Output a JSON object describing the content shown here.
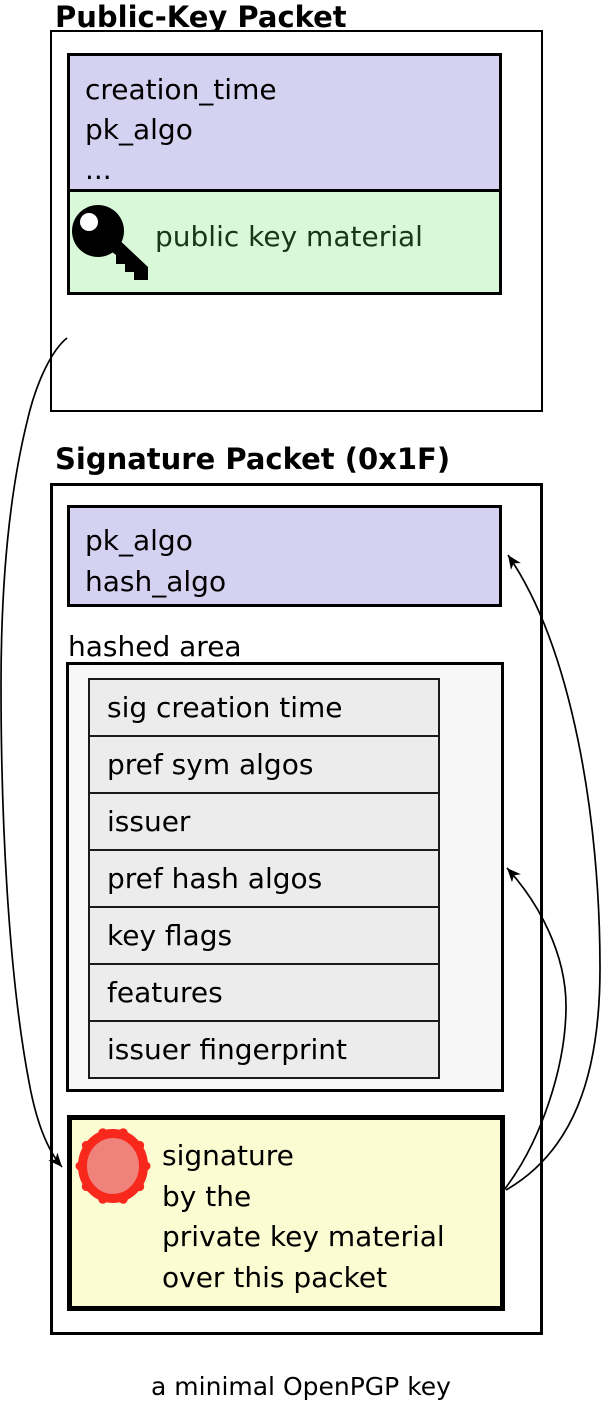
{
  "titles": {
    "public_key_packet": "Public-Key Packet",
    "signature_packet": "Signature Packet (0x1F)"
  },
  "public_key_packet": {
    "header_fields": [
      "creation_time",
      "pk_algo",
      "..."
    ],
    "material_label": "public key material"
  },
  "signature_packet": {
    "header_fields": [
      "pk_algo",
      "hash_algo"
    ],
    "hashed_area_label": "hashed area",
    "hashed_subpackets": [
      "sig creation time",
      "pref sym algos",
      "issuer",
      "pref hash algos",
      "key flags",
      "features",
      "issuer fingerprint"
    ],
    "signature_text_lines": [
      "signature",
      "by the",
      "private key material",
      "over this packet"
    ]
  },
  "caption": "a minimal OpenPGP key",
  "icons": {
    "key": "key-icon",
    "seal": "wax-seal-icon"
  },
  "colors": {
    "packet_header_fill": "#d5d2f1",
    "key_material_fill": "#d9f8d9",
    "key_material_text": "#173817",
    "hashed_area_fill": "#f7f7f7",
    "subpacket_fill": "#ececec",
    "signature_fill": "#fcfcd2",
    "seal_ring": "#f8281c",
    "seal_center": "#ef837b"
  }
}
